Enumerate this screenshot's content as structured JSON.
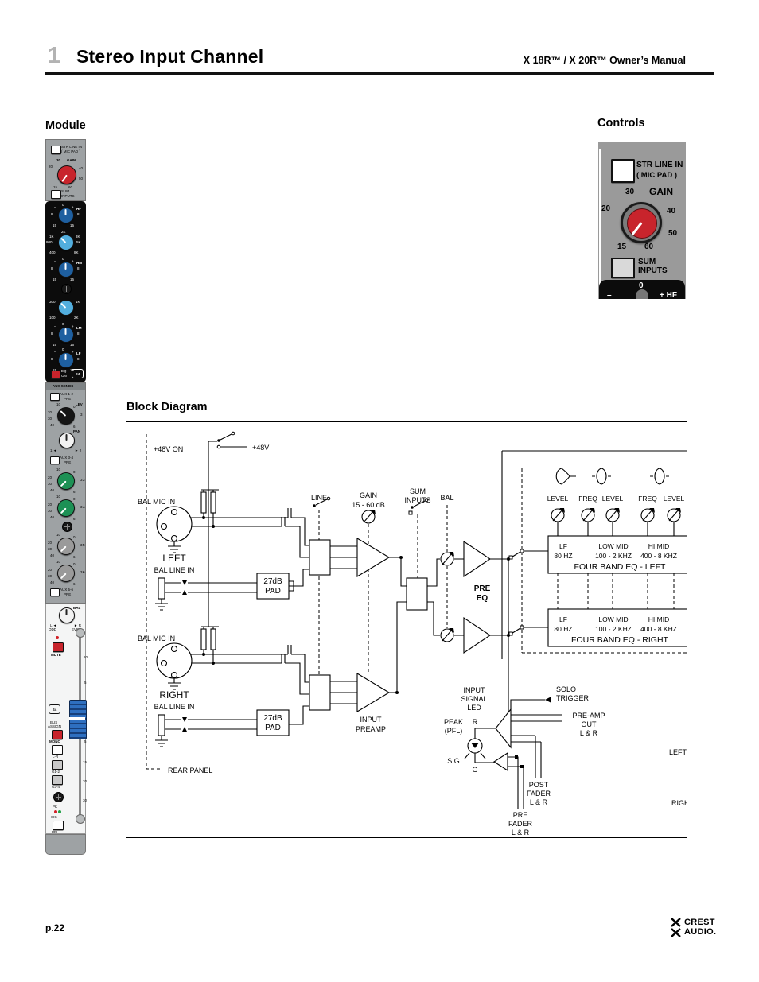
{
  "header": {
    "num": "1",
    "title": "Stereo Input Channel",
    "manual": "X 18R™ / X 20R™ Owner’s Manual"
  },
  "headings": {
    "module": "Module",
    "controls": "Controls",
    "diagram": "Block Diagram"
  },
  "footer": {
    "page": "p.22",
    "logo1": "CREST",
    "logo2": "AUDIO."
  },
  "colors": {
    "strip_gray": "#9ea2a4",
    "panel_gray": "#9a9a9a",
    "red": "#c8242c",
    "blue_dark": "#1e5fa0",
    "blue_light": "#52aede",
    "green": "#1d9155",
    "fader_blue": "#2e6fc0",
    "black": "#0c0c0c"
  },
  "strip": {
    "in": {
      "b1": "STR LINE IN",
      "b2": "( MIC PAD )",
      "t30": "30",
      "gain": "GAIN",
      "t20": "20",
      "t40": "40",
      "t50": "50",
      "t15": "15",
      "t60": "60",
      "s1": "SUM",
      "s2": "INPUTS"
    },
    "eq": {
      "zero": "0",
      "minus": "–",
      "plus": "+",
      "e8": "8",
      "e15": "15",
      "hf": "HF",
      "hm": "HM",
      "lm": "LM",
      "lf": "LF",
      "f2k": "2K",
      "f1k": "1K",
      "f3k": "3K",
      "f800": "800",
      "f5k": "5K",
      "f400": "400",
      "f8k": "8K",
      "f300": "300",
      "f1kb": "1K",
      "f100": "100",
      "f2kb": "2K",
      "on1": "EQ",
      "on2": "ON",
      "s4": "S4"
    },
    "aux": {
      "hdr": "AUX SENDS",
      "a12": "AUX 1-2",
      "pre": "PRE",
      "lev": "LEV",
      "pan": "PAN",
      "p1": "1 ◄",
      "p2": "► 2",
      "a34": "AUX 3-4",
      "a56": "AUX 5-6",
      "n3": "3",
      "n4": "4",
      "n5": "5",
      "n6": "6",
      "t10": "10",
      "t0": "0",
      "t20": "20",
      "t3": "3",
      "t30": "30",
      "t40": "40",
      "t6": "6"
    },
    "out": {
      "bal": "BAL",
      "lodd": "L ◄",
      "odd": "ODD",
      "rev": "► R",
      "even": "EVEN",
      "mute": "MUTE",
      "s4": "S4",
      "sc": [
        "10",
        "5",
        "0",
        "5",
        "15",
        "20",
        "30"
      ],
      "bus1": "BUS",
      "bus2": "ASSIGN",
      "mono": "MONO",
      "lr": "L-R",
      "g12": "G1-2",
      "g34": "G3-4",
      "pk": "PK",
      "sig": "SIG",
      "pfl": "PFL"
    }
  },
  "controls": {
    "btn": "STR LINE IN",
    "btn2": "( MIC PAD )",
    "t30": "30",
    "gain": "GAIN",
    "t20": "20",
    "t40": "40",
    "t50": "50",
    "t15": "15",
    "t60": "60",
    "sum1": "SUM",
    "sum2": "INPUTS",
    "hf0": "0",
    "hfm": "–",
    "hfp": "+ HF"
  },
  "diagram": {
    "rear_panel": "REAR PANEL",
    "p48_on": "+48V  ON",
    "p48": "+48V",
    "mic_l": "BAL MIC IN",
    "left": "LEFT",
    "line_l": "BAL LINE IN",
    "pad1a": "27dB",
    "pad1b": "PAD",
    "mic_r": "BAL MIC IN",
    "right": "RIGHT",
    "line_r": "BAL LINE IN",
    "pad2a": "27dB",
    "pad2b": "PAD",
    "line_sw": "LINE",
    "gain": "GAIN",
    "gain_range": "15 - 60 dB",
    "sum_a": "SUM",
    "sum_b": "INPUTS",
    "bal": "BAL",
    "pre_a": "PRE",
    "pre_b": "EQ",
    "preamp_a": "INPUT",
    "preamp_b": "PREAMP",
    "pots": [
      "LEVEL",
      "FREQ",
      "LEVEL",
      "FREQ",
      "LEVEL"
    ],
    "eqL": {
      "b1": "LF",
      "f1": "80 HZ",
      "b2": "LOW MID",
      "f2": "100 - 2 KHZ",
      "b3": "HI MID",
      "f3": "400 - 8 KHZ",
      "title": "FOUR BAND EQ - LEFT"
    },
    "eqR": {
      "b1": "LF",
      "f1": "80 HZ",
      "b2": "LOW MID",
      "f2": "100 - 2 KHZ",
      "b3": "HI MID",
      "f3": "400 - 8 KHZ",
      "title": "FOUR BAND EQ - RIGHT"
    },
    "led_a": "INPUT",
    "led_b": "SIGNAL",
    "led_c": "LED",
    "peak": "PEAK",
    "pfl": "(PFL)",
    "r": "R",
    "sig": "SIG",
    "g": "G",
    "solo_a": "SOLO",
    "solo_b": "TRIGGER",
    "pao_a": "PRE-AMP",
    "pao_b": "OUT",
    "pao_c": "L & R",
    "post_a": "POST",
    "post_b": "FADER",
    "post_c": "L & R",
    "pre_f_a": "PRE",
    "pre_f_b": "FADER",
    "pre_f_c": "L & R",
    "out_l": "LEFT",
    "out_r": "RIGHT"
  }
}
